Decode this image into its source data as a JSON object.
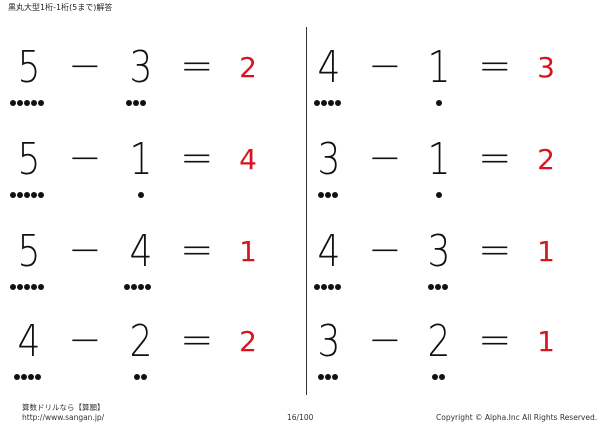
{
  "header": {
    "title": "黒丸大型1桁-1桁(5まで)解答"
  },
  "problems": [
    {
      "a": "5",
      "op": "−",
      "b": "3",
      "eq": "=",
      "answer": "2",
      "a_dots": 5,
      "b_dots": 3
    },
    {
      "a": "5",
      "op": "−",
      "b": "1",
      "eq": "=",
      "answer": "4",
      "a_dots": 5,
      "b_dots": 1
    },
    {
      "a": "5",
      "op": "−",
      "b": "4",
      "eq": "=",
      "answer": "1",
      "a_dots": 5,
      "b_dots": 4
    },
    {
      "a": "4",
      "op": "−",
      "b": "2",
      "eq": "=",
      "answer": "2",
      "a_dots": 4,
      "b_dots": 2
    },
    {
      "a": "4",
      "op": "−",
      "b": "1",
      "eq": "=",
      "answer": "3",
      "a_dots": 4,
      "b_dots": 1
    },
    {
      "a": "3",
      "op": "−",
      "b": "1",
      "eq": "=",
      "answer": "2",
      "a_dots": 3,
      "b_dots": 1
    },
    {
      "a": "4",
      "op": "−",
      "b": "3",
      "eq": "=",
      "answer": "1",
      "a_dots": 4,
      "b_dots": 3
    },
    {
      "a": "3",
      "op": "−",
      "b": "2",
      "eq": "=",
      "answer": "1",
      "a_dots": 3,
      "b_dots": 2
    }
  ],
  "colors": {
    "answer": "#d8141e",
    "text": "#111111"
  },
  "footer": {
    "brand": "算数ドリルなら【算願】",
    "url": "http://www.sangan.jp/",
    "page": "16/100",
    "copyright": "Copyright © Alpha.Inc All Rights Reserved."
  }
}
